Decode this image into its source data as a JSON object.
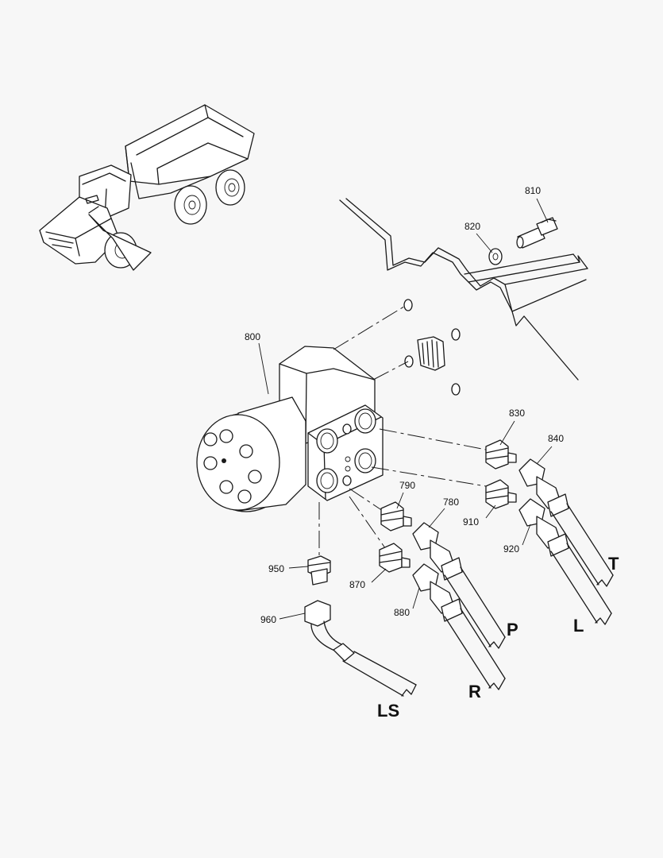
{
  "diagram": {
    "callouts": {
      "c800": "800",
      "c810": "810",
      "c820": "820",
      "c830": "830",
      "c840": "840",
      "c790": "790",
      "c780": "780",
      "c910": "910",
      "c920": "920",
      "c950": "950",
      "c870": "870",
      "c960": "960",
      "c880": "880"
    },
    "ports": {
      "t": "T",
      "p": "P",
      "l": "L",
      "r": "R",
      "ls": "LS"
    },
    "colors": {
      "background": "#f7f7f7",
      "line": "#1a1a1a"
    }
  }
}
